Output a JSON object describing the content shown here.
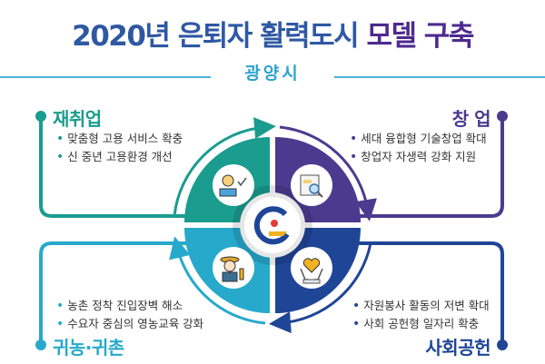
{
  "title": {
    "main": "2020년 은퇴자 활력도시",
    "accent": "모델 구축"
  },
  "subtitle": "광양시",
  "center_logo": "gwangyang-logo",
  "quadrants": [
    {
      "heading": "재취업",
      "color": "#1a9c8f",
      "icon": "job-interview-icon",
      "items": [
        "맞춤형 고용 서비스 확충",
        "신 중년 고용환경 개선"
      ]
    },
    {
      "heading": "창 업",
      "color": "#4b3b8f",
      "icon": "business-plan-magnifier-icon",
      "items": [
        "세대 융합형 기술창업 확대",
        "창업자 자생력 강화 지원"
      ]
    },
    {
      "heading": "귀농·귀촌",
      "color": "#27a9cc",
      "icon": "farmer-icon",
      "items": [
        "농촌 정착 진입장벽 해소",
        "수요자 중심의 영농교육 강화"
      ]
    },
    {
      "heading": "사회공헌",
      "color": "#1f4597",
      "icon": "heart-hands-icon",
      "items": [
        "자원봉사 활동의 저변 확대",
        "사회 공헌형 일자리 확충"
      ]
    }
  ]
}
